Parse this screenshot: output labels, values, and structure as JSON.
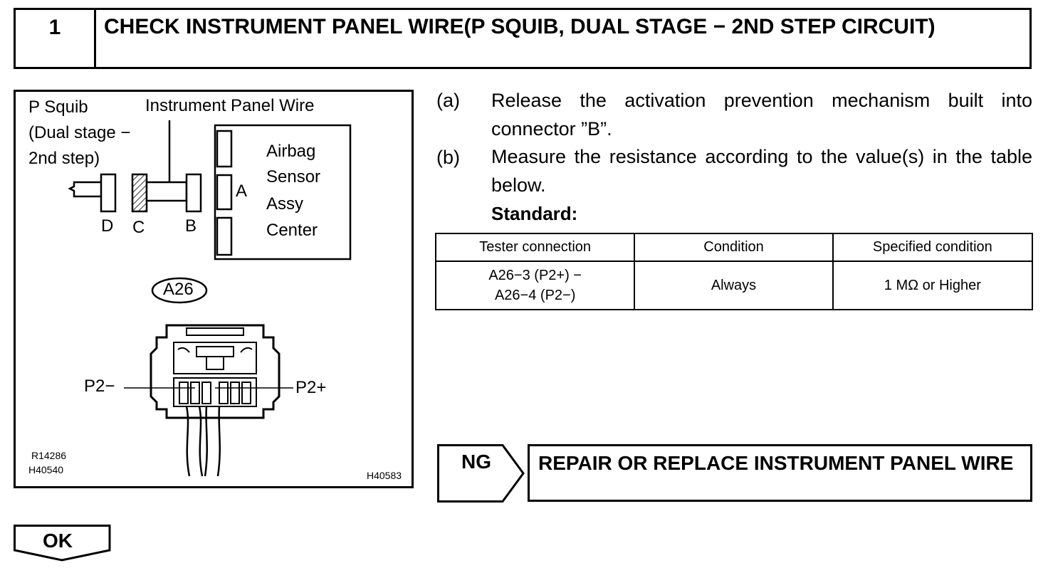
{
  "step": {
    "number": "1",
    "title": "CHECK INSTRUMENT PANEL WIRE(P SQUIB, DUAL STAGE − 2ND STEP CIRCUIT)"
  },
  "figure": {
    "labels": {
      "p_squib_line1": "P Squib",
      "p_squib_line2": "(Dual stage −",
      "p_squib_line3": "2nd step)",
      "wire": "Instrument Panel Wire",
      "sensor_line1": "Airbag",
      "sensor_line2": "Sensor",
      "sensor_line3": "Assy",
      "sensor_line4": "Center",
      "conn_a": "A",
      "conn_b": "B",
      "conn_c": "C",
      "conn_d": "D",
      "connector_id": "A26",
      "pin_minus": "P2−",
      "pin_plus": "P2+"
    },
    "codes": {
      "code1": "R14286",
      "code2": "H40540",
      "code3": "H40583"
    }
  },
  "instructions": [
    {
      "letter": "(a)",
      "text": "Release the activation prevention mechanism built into connector ”B”."
    },
    {
      "letter": "(b)",
      "text": "Measure the resistance according to the value(s) in the table below."
    }
  ],
  "standard_label": "Standard:",
  "table": {
    "headers": [
      "Tester connection",
      "Condition",
      "Specified condition"
    ],
    "rows": [
      {
        "connection_line1": "A26−3 (P2+) −",
        "connection_line2": "A26−4 (P2−)",
        "condition": "Always",
        "specified": "1 MΩ or Higher"
      }
    ]
  },
  "results": {
    "ng_label": "NG",
    "ng_action": "REPAIR OR REPLACE INSTRUMENT PANEL WIRE",
    "ok_label": "OK"
  }
}
